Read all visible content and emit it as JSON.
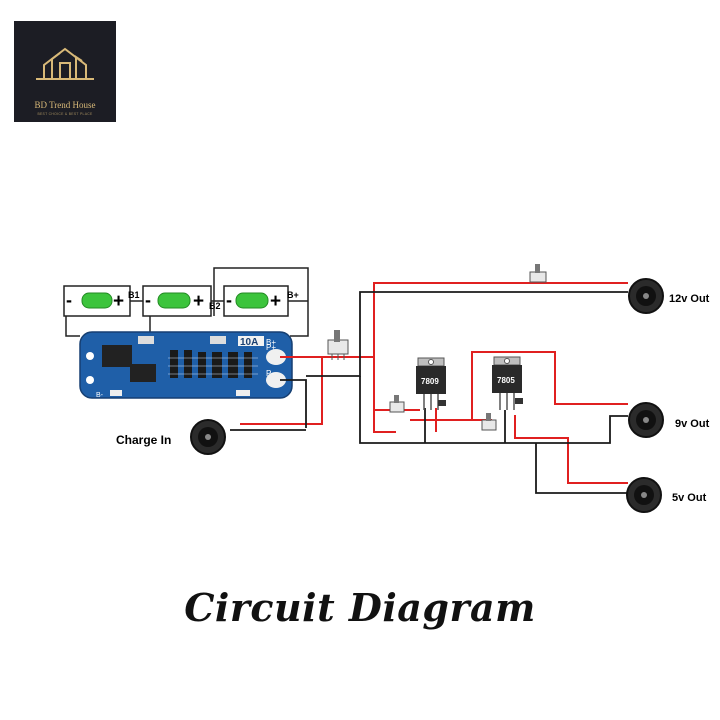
{
  "logo": {
    "brand": "BD Trend House",
    "tagline": "BEST CHOICE & BEST PLACE",
    "colors": {
      "background": "#1c1d24",
      "gold": "#d8b978"
    }
  },
  "bms": {
    "rating": "10A",
    "p_plus": "P+",
    "p_minus": "P-",
    "b_plus": "B+",
    "b_minus": "B-"
  },
  "cells": [
    {
      "neg": "-",
      "pos": "+"
    },
    {
      "neg": "-",
      "pos": "+"
    },
    {
      "neg": "-",
      "pos": "+"
    }
  ],
  "taps": {
    "b1": "B1",
    "b2": "B2",
    "bplus": "B+"
  },
  "regulators": [
    {
      "part": "7809"
    },
    {
      "part": "7805"
    }
  ],
  "outputs": {
    "out12": "12v Out",
    "out9": "9v Out",
    "out5": "5v Out"
  },
  "charge_in": "Charge In",
  "title": "Circuit Diagram",
  "colors": {
    "wire_pos": "#e02020",
    "wire_neg": "#1a1a1a",
    "board": "#1f5fa8",
    "cell": "#3cc43c"
  }
}
